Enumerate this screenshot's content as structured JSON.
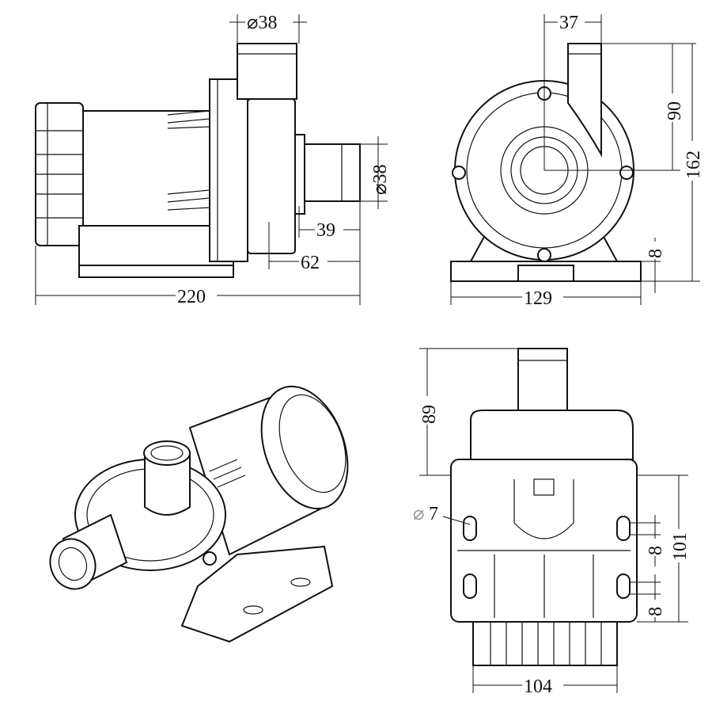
{
  "title": "Pump dimension drawing",
  "side_view": {
    "outlet_diameter": "⌀38",
    "inlet_diameter": "⌀38",
    "inlet_length": "39",
    "inlet_to_flange": "62",
    "overall_length": "220"
  },
  "front_view": {
    "outlet_offset": "37",
    "center_height": "90",
    "overall_height": "162",
    "base_thickness": "8",
    "base_width": "129"
  },
  "rear_view": {
    "outlet_height": "89",
    "hole_diameter_symbol": "⌀",
    "hole_diameter": "7",
    "slot_spacing_upper": "8",
    "slot_spacing_lower": "8",
    "mount_height": "101",
    "mount_width": "104"
  }
}
